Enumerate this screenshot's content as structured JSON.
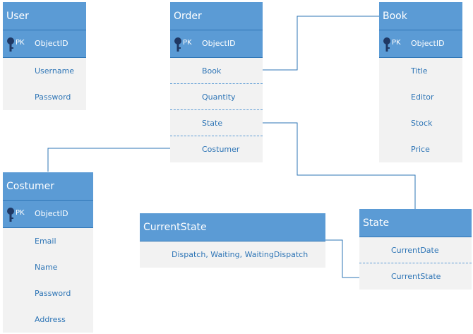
{
  "entities": {
    "user": {
      "title": "User",
      "pk": "PK",
      "pk_field": "ObjectID",
      "fields": [
        "Username",
        "Password"
      ]
    },
    "order": {
      "title": "Order",
      "pk": "PK",
      "pk_field": "ObjectID",
      "fields": [
        "Book",
        "Quantity",
        "State",
        "Costumer"
      ]
    },
    "book": {
      "title": "Book",
      "pk": "PK",
      "pk_field": "ObjectID",
      "fields": [
        "Title",
        "Editor",
        "Stock",
        "Price"
      ]
    },
    "costumer": {
      "title": "Costumer",
      "pk": "PK",
      "pk_field": "ObjectID",
      "fields": [
        "Email",
        "Name",
        "Password",
        "Address"
      ]
    },
    "currentstate": {
      "title": "CurrentState",
      "fields": [
        "Dispatch, Waiting, WaitingDispatch"
      ]
    },
    "state": {
      "title": "State",
      "fields": [
        "CurrentDate",
        "CurrentState"
      ]
    }
  },
  "colors": {
    "header": "#5b9bd5",
    "row": "#f2f2f2",
    "text": "#2e75b6",
    "connector": "#2e75b6"
  }
}
